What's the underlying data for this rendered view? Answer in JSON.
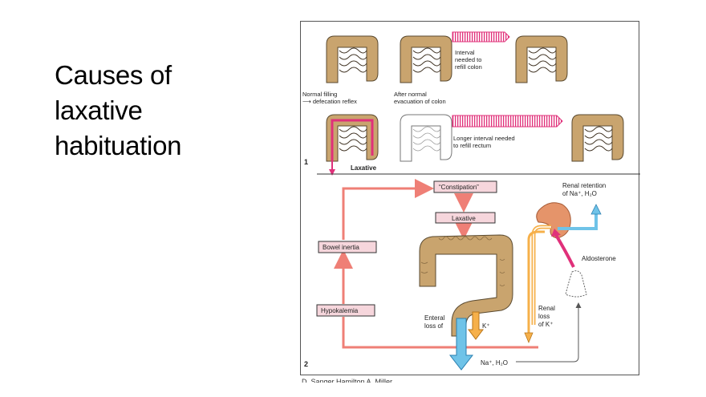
{
  "title": {
    "line1": "Causes of",
    "line2": "laxative",
    "line3": "habituation"
  },
  "panel1": {
    "number": "1",
    "caption_normal_1": "Normal filling",
    "caption_normal_2": "⟶ defecation reflex",
    "caption_after_1": "After normal",
    "caption_after_2": "evacuation of colon",
    "interval_1": "Interval",
    "interval_2": "needed to",
    "interval_3": "refill colon",
    "longer_1": "Longer interval needed",
    "longer_2": "to refill rectum",
    "laxative": "Laxative"
  },
  "panel2": {
    "number": "2",
    "constipation": "“Constipation”",
    "laxative": "Laxative",
    "bowel_inertia": "Bowel inertia",
    "hypokalemia": "Hypokalemia",
    "renal_retention_1": "Renal retention",
    "renal_retention_2": "of Na⁺, H₂O",
    "aldosterone": "Aldosterone",
    "enteral_1": "Enteral",
    "enteral_2": "loss of",
    "k_plus": "K⁺",
    "renal_loss_1": "Renal",
    "renal_loss_2": "loss",
    "renal_loss_3": "of K⁺",
    "na_h2o": "Na⁺, H₂O"
  },
  "credit": "D. Sanger Hamilton A. Miller"
}
